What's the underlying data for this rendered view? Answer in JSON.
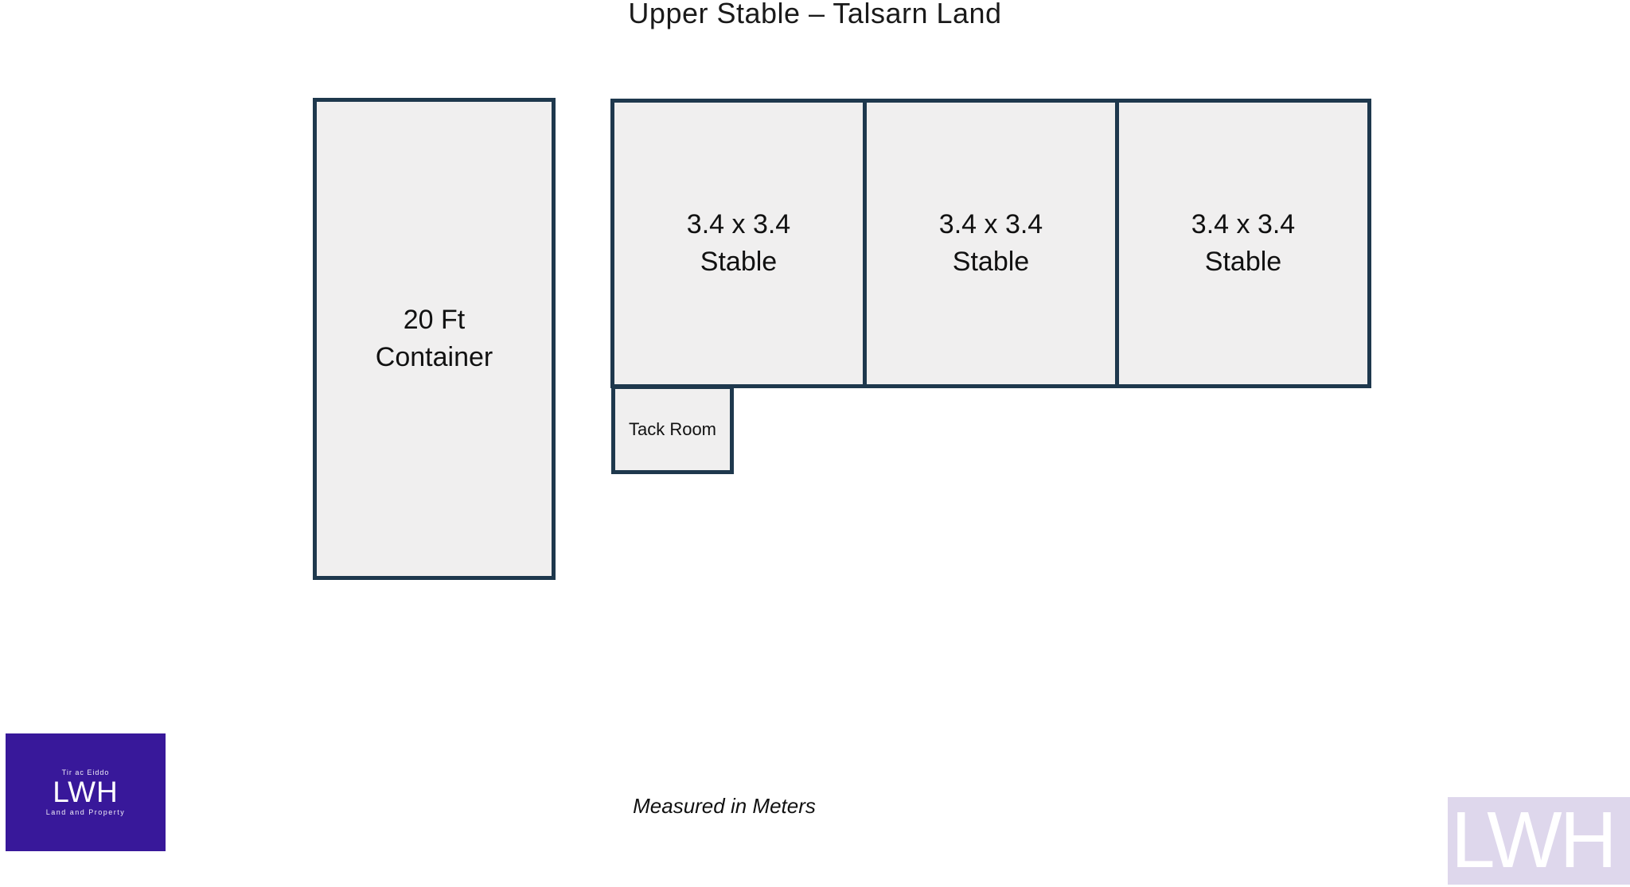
{
  "title": "Upper Stable – Talsarn Land",
  "rooms": {
    "container": {
      "label_line1": "20 Ft",
      "label_line2": "Container"
    },
    "stables": [
      {
        "size": "3.4 x 3.4",
        "name": "Stable"
      },
      {
        "size": "3.4 x 3.4",
        "name": "Stable"
      },
      {
        "size": "3.4 x 3.4",
        "name": "Stable"
      }
    ],
    "tack_room": {
      "label": "Tack Room"
    }
  },
  "footer": {
    "note": "Measured in Meters"
  },
  "logo": {
    "top_text": "Tir ac Eiddo",
    "main_text": "LWH",
    "bottom_text": "Land and Property"
  },
  "watermark": {
    "text": "LWH"
  },
  "colors": {
    "wall": "#1e384d",
    "room_fill": "#f0efef",
    "brand_purple": "#38189a",
    "watermark_bg": "#ded7ec"
  }
}
